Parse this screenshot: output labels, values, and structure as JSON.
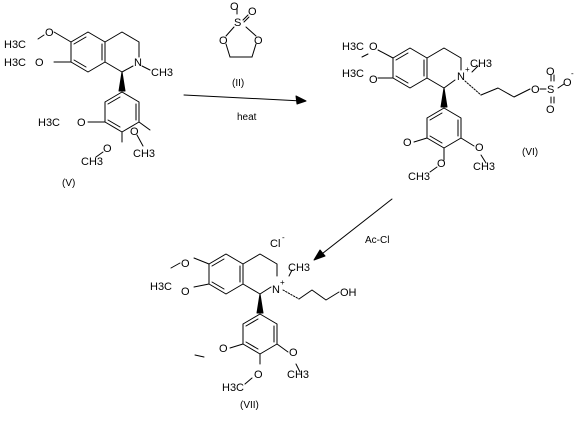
{
  "compounds": {
    "v": {
      "label": "(V)",
      "atoms": {
        "ome6_left": "H3C",
        "ome6_o": "O",
        "ome7_left": "H3C",
        "ome7_o": "O",
        "n": "N",
        "n_me": "CH3",
        "ar_ome3_left": "H3C",
        "ar_ome3_o": "O",
        "ar_ome4_o": "O",
        "ar_ome4_me": "CH3",
        "ar_ome5_o": "O",
        "ar_ome5_me": "CH3"
      }
    },
    "ii": {
      "label": "(II)",
      "atoms": {
        "s": "S",
        "o_top_left": "O",
        "o_top_right": "O",
        "o_ring_left": "O",
        "o_ring_right": "O"
      }
    },
    "vi": {
      "label": "(VI)",
      "atoms": {
        "ome6_left": "H3C",
        "ome6_o": "O",
        "ome7_left": "H3C",
        "ome7_o": "O",
        "n": "N",
        "n_charge": "+",
        "n_me": "CH3",
        "o_link": "O",
        "s": "S",
        "o_top": "O",
        "o_bottom": "O",
        "o_minus": "O",
        "o_minus_charge": "-",
        "ar_ome3_o": "O",
        "ar_ome4_o": "O",
        "ar_ome4_me": "CH3",
        "ar_ome5_o": "O",
        "ar_ome5_me": "CH3"
      }
    },
    "vii": {
      "label": "(VII)",
      "counterion": "Cl",
      "counterion_charge": "-",
      "atoms": {
        "ome6_o": "O",
        "ome7_left": "H3C",
        "ome7_o": "O",
        "n": "N",
        "n_charge": "+",
        "n_me": "CH3",
        "oh": "OH",
        "ar_ome3_o": "O",
        "ar_ome4_o": "O",
        "ar_ome4_me": "H3C",
        "ar_ome5_o": "O",
        "ar_ome5_me": "CH3"
      }
    }
  },
  "arrows": {
    "step1": {
      "condition": "heat"
    },
    "step2": {
      "condition": "Ac-Cl"
    }
  }
}
